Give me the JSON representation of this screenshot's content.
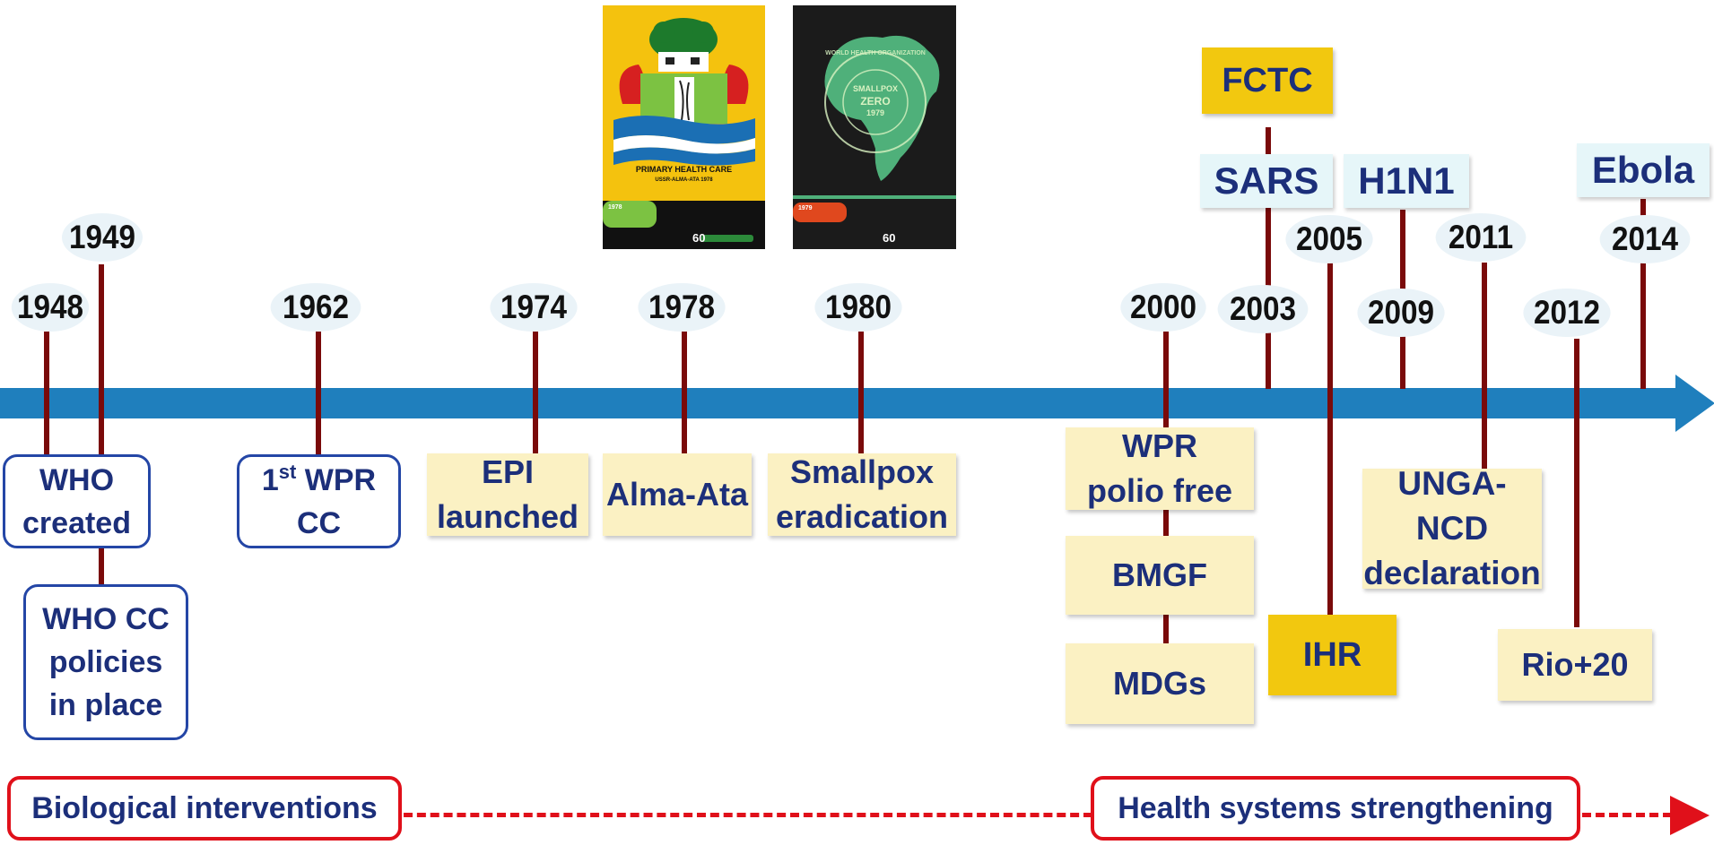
{
  "years": {
    "y1948": "1948",
    "y1949": "1949",
    "y1962": "1962",
    "y1974": "1974",
    "y1978": "1978",
    "y1980": "1980",
    "y2000": "2000",
    "y2003": "2003",
    "y2005": "2005",
    "y2009": "2009",
    "y2011": "2011",
    "y2012": "2012",
    "y2014": "2014"
  },
  "events": {
    "who_created": [
      "WHO",
      "created"
    ],
    "who_cc": [
      "WHO CC",
      "policies",
      "in place"
    ],
    "wpr_cc": {
      "pre": "1",
      "sup": "st",
      "post": " WPR",
      "line2": "CC"
    },
    "epi": [
      "EPI",
      "launched"
    ],
    "alma_ata": "Alma-Ata",
    "smallpox": [
      "Smallpox",
      "eradication"
    ],
    "wpr_polio": [
      "WPR",
      "polio free"
    ],
    "bmgf": "BMGF",
    "mdgs": "MDGs",
    "fctc": "FCTC",
    "sars": "SARS",
    "h1n1": "H1N1",
    "ebola": "Ebola",
    "ihr": "IHR",
    "unga": [
      "UNGA-NCD",
      "declaration"
    ],
    "rio": "Rio+20"
  },
  "posters": {
    "alma_ata_title": "PRIMARY HEALTH CARE",
    "alma_ata_sub": "USSR-ALMA-ATA 1978",
    "alma_ata_year": "1978",
    "smallpox_ring": "WORLD HEALTH ORGANIZATION",
    "smallpox_center": [
      "SMALLPOX",
      "ZERO",
      "1979"
    ],
    "smallpox_year": "1979",
    "badge": "60"
  },
  "phases": {
    "biological": "Biological interventions",
    "health_systems": "Health systems strengthening"
  },
  "colors": {
    "axis": "#1f7fbd",
    "stem": "#7a0a0a",
    "text": "#1c2f7a",
    "gold": "#f2c80f",
    "pale": "#fbf1c3",
    "cyan": "#e6f6f9",
    "red": "#e0101a"
  }
}
